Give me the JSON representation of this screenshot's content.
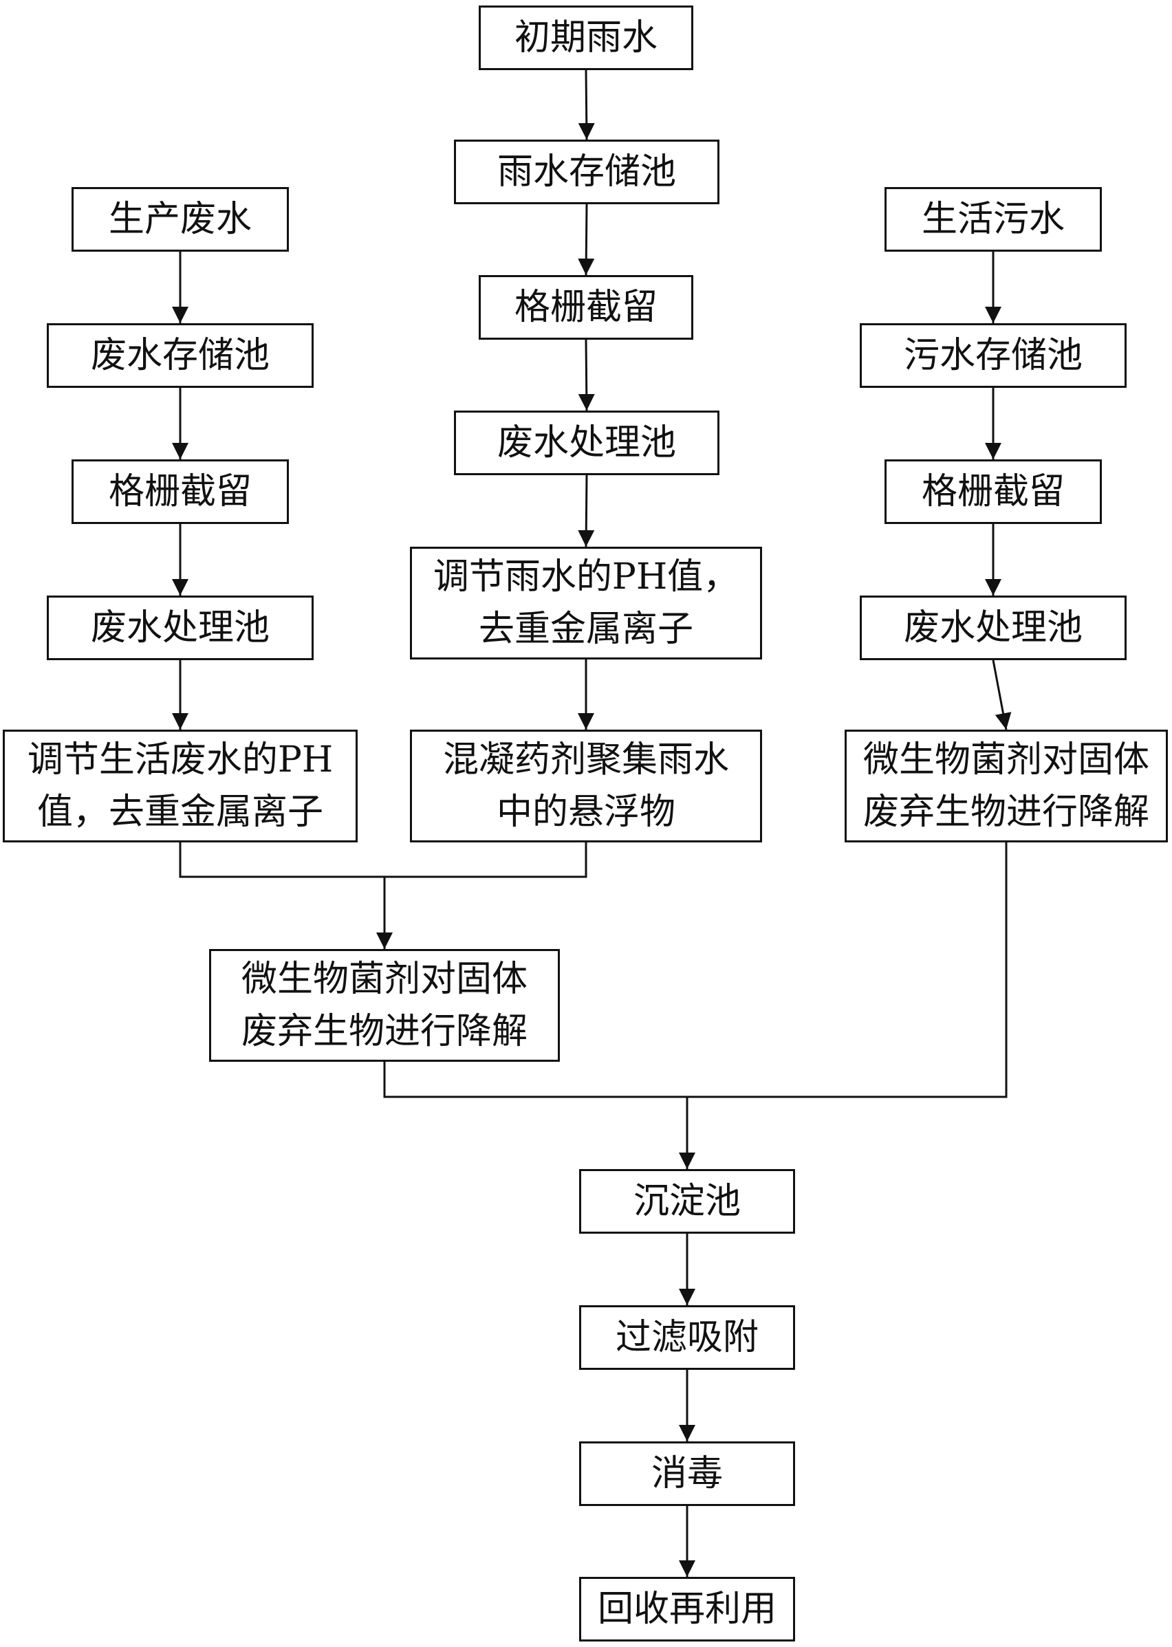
{
  "diagram": {
    "nodes": {
      "rain_initial": {
        "lines": [
          "初期雨水"
        ]
      },
      "rain_storage": {
        "lines": [
          "雨水存储池"
        ]
      },
      "rain_grille": {
        "lines": [
          "格栅截留"
        ]
      },
      "rain_treatment": {
        "lines": [
          "废水处理池"
        ]
      },
      "rain_ph": {
        "lines": [
          "调节雨水的PH值，",
          "去重金属离子"
        ]
      },
      "rain_coagulant": {
        "lines": [
          "混凝药剂聚集雨水",
          "中的悬浮物"
        ]
      },
      "prod_wastewater": {
        "lines": [
          "生产废水"
        ]
      },
      "prod_storage": {
        "lines": [
          "废水存储池"
        ]
      },
      "prod_grille": {
        "lines": [
          "格栅截留"
        ]
      },
      "prod_treatment": {
        "lines": [
          "废水处理池"
        ]
      },
      "prod_ph": {
        "lines": [
          "调节生活废水的PH",
          "值，去重金属离子"
        ]
      },
      "dom_sewage": {
        "lines": [
          "生活污水"
        ]
      },
      "dom_storage": {
        "lines": [
          "污水存储池"
        ]
      },
      "dom_grille": {
        "lines": [
          "格栅截留"
        ]
      },
      "dom_treatment": {
        "lines": [
          "废水处理池"
        ]
      },
      "dom_microbe": {
        "lines": [
          "微生物菌剂对固体",
          "废弃生物进行降解"
        ]
      },
      "mid_microbe": {
        "lines": [
          "微生物菌剂对固体",
          "废弃生物进行降解"
        ]
      },
      "sedimentation": {
        "lines": [
          "沉淀池"
        ]
      },
      "filtration": {
        "lines": [
          "过滤吸附"
        ]
      },
      "disinfection": {
        "lines": [
          "消毒"
        ]
      },
      "recycle": {
        "lines": [
          "回收再利用"
        ]
      }
    },
    "edges": [
      {
        "from": "rain_initial",
        "to": "rain_storage"
      },
      {
        "from": "rain_storage",
        "to": "rain_grille"
      },
      {
        "from": "rain_grille",
        "to": "rain_treatment"
      },
      {
        "from": "rain_treatment",
        "to": "rain_ph"
      },
      {
        "from": "rain_ph",
        "to": "rain_coagulant"
      },
      {
        "from": "prod_wastewater",
        "to": "prod_storage"
      },
      {
        "from": "prod_storage",
        "to": "prod_grille"
      },
      {
        "from": "prod_grille",
        "to": "prod_treatment"
      },
      {
        "from": "prod_treatment",
        "to": "prod_ph"
      },
      {
        "from": "dom_sewage",
        "to": "dom_storage"
      },
      {
        "from": "dom_storage",
        "to": "dom_grille"
      },
      {
        "from": "dom_grille",
        "to": "dom_treatment"
      },
      {
        "from": "dom_treatment",
        "to": "dom_microbe"
      },
      {
        "from": "prod_ph",
        "to": "mid_microbe"
      },
      {
        "from": "rain_coagulant",
        "to": "mid_microbe"
      },
      {
        "from": "mid_microbe",
        "to": "sedimentation"
      },
      {
        "from": "dom_microbe",
        "to": "sedimentation"
      },
      {
        "from": "sedimentation",
        "to": "filtration"
      },
      {
        "from": "filtration",
        "to": "disinfection"
      },
      {
        "from": "disinfection",
        "to": "recycle"
      }
    ],
    "colors": {
      "stroke": "#111111",
      "background": "#ffffff"
    }
  }
}
